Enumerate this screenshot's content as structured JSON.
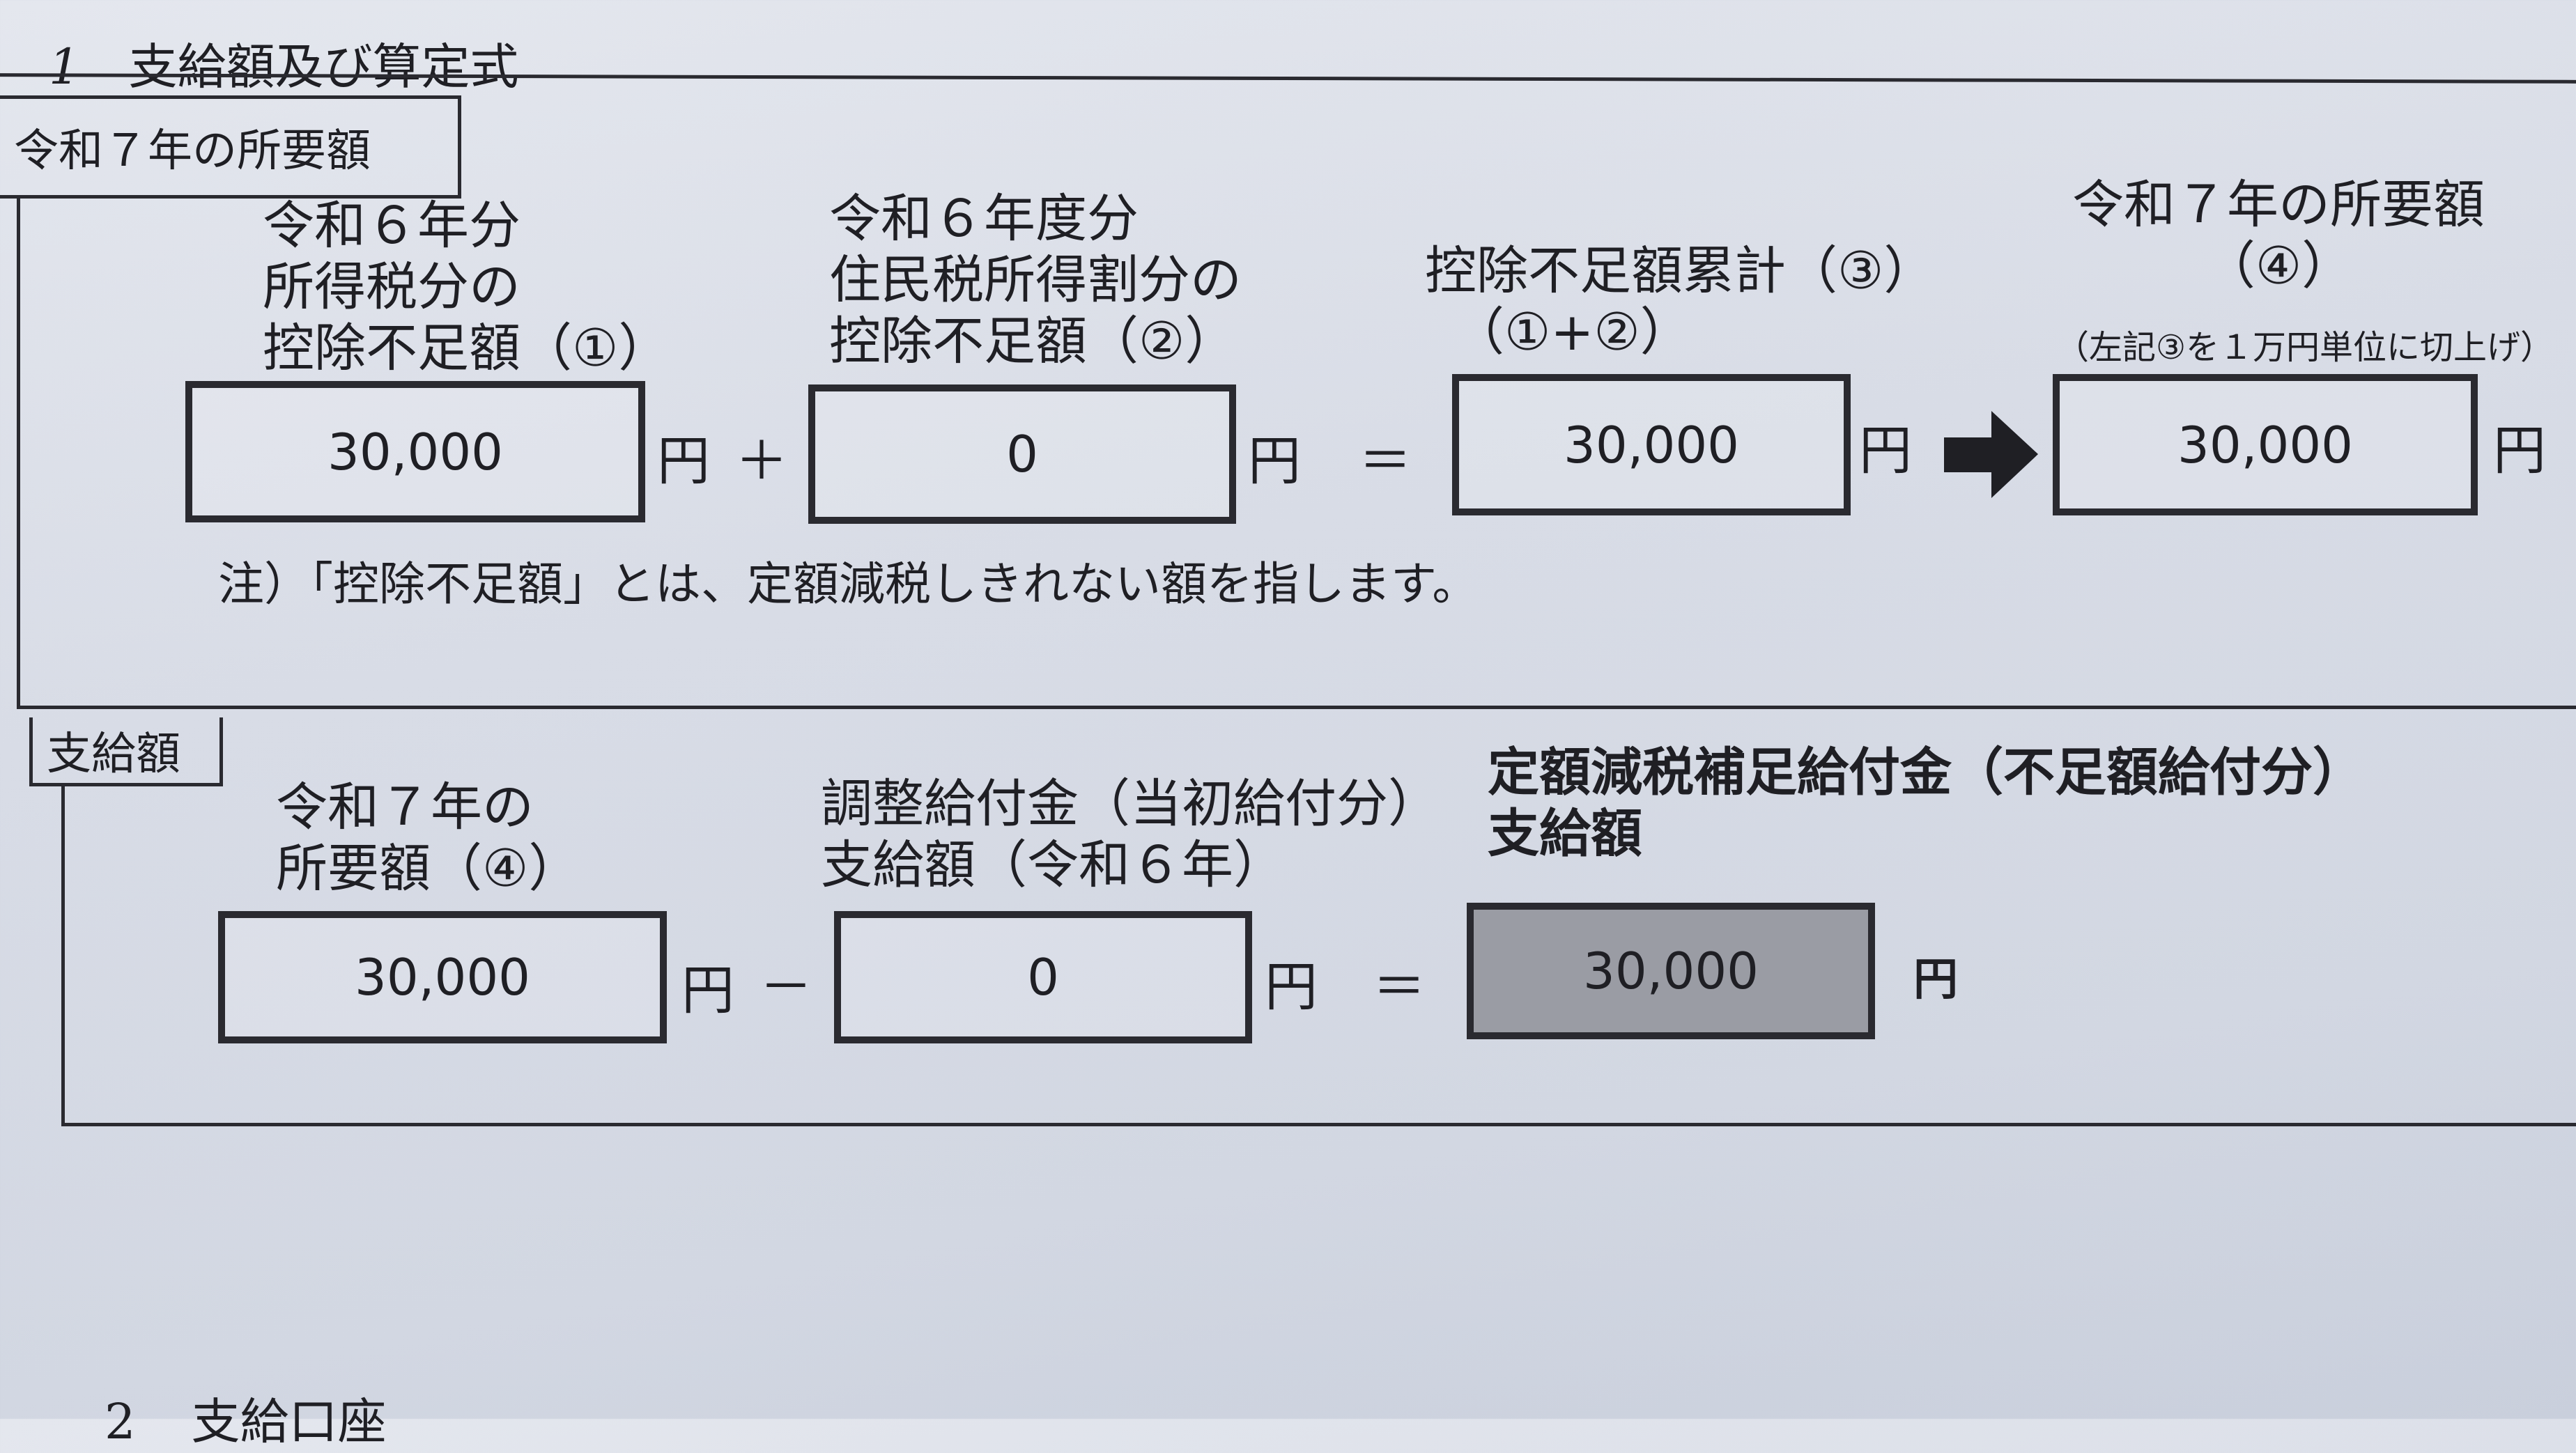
{
  "header": {
    "section_number": "1",
    "section_title": "支給額及び算定式"
  },
  "section1": {
    "label": "令和７年の所要額",
    "col1": {
      "lines": [
        "令和６年分",
        "所得税分の",
        "控除不足額（①）"
      ],
      "value": "30,000",
      "unit": "円",
      "operator": "＋"
    },
    "col2": {
      "lines": [
        "令和６年度分",
        "住民税所得割分の",
        "控除不足額（②）"
      ],
      "value": "0",
      "unit": "円",
      "operator": "＝"
    },
    "col3": {
      "lines": [
        "控除不足額累計（③）",
        "（①+②）"
      ],
      "value": "30,000",
      "unit": "円"
    },
    "col4": {
      "lines": [
        "令和７年の所要額",
        "（④）"
      ],
      "sub": "（左記③を１万円単位に切上げ）",
      "value": "30,000",
      "unit": "円"
    },
    "note": "注）「控除不足額」とは、定額減税しきれない額を指します。"
  },
  "section2": {
    "label": "支給額",
    "col1": {
      "lines": [
        "令和７年の",
        "所要額（④）"
      ],
      "value": "30,000",
      "unit": "円",
      "operator": "－"
    },
    "col2": {
      "lines": [
        "調整給付金（当初給付分）",
        "支給額（令和６年）"
      ],
      "value": "0",
      "unit": "円",
      "operator": "＝"
    },
    "col3": {
      "lines": [
        "定額減税補足給付金（不足額給付分）",
        "支給額"
      ],
      "value": "30,000",
      "unit": "円"
    }
  },
  "footer": {
    "section_number": "2",
    "section_title": "支給口座"
  }
}
